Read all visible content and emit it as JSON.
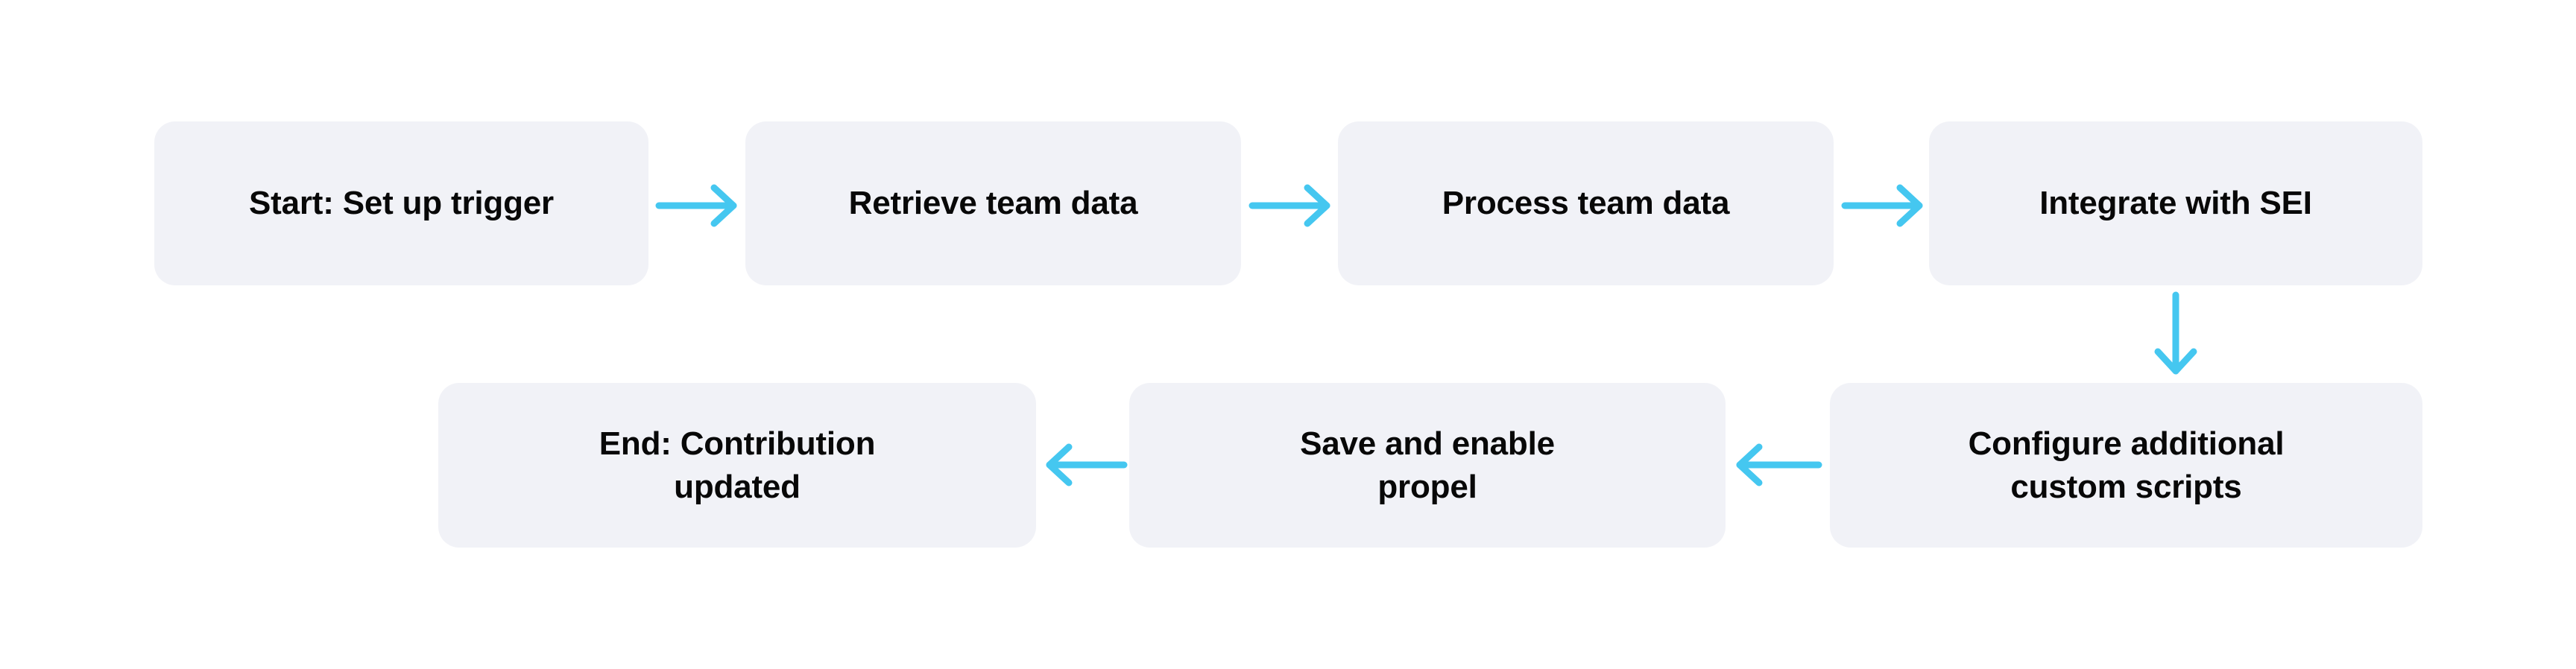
{
  "diagram": {
    "type": "flowchart",
    "orientation": "horizontal-serpentine",
    "background_color": "#ffffff",
    "node_fill_color": "#f1f2f7",
    "node_text_color": "#080808",
    "arrow_color": "#45c7f0",
    "nodes": [
      {
        "id": "start",
        "label": "Start: Set up trigger",
        "row": 1,
        "order": 1
      },
      {
        "id": "retrieve",
        "label": "Retrieve team data",
        "row": 1,
        "order": 2
      },
      {
        "id": "process",
        "label": "Process team data",
        "row": 1,
        "order": 3
      },
      {
        "id": "integrate",
        "label": "Integrate with SEI",
        "row": 1,
        "order": 4
      },
      {
        "id": "configure",
        "label": "Configure additional\ncustom scripts",
        "row": 2,
        "order": 1
      },
      {
        "id": "save",
        "label": "Save and enable\npropel",
        "row": 2,
        "order": 2
      },
      {
        "id": "end",
        "label": "End: Contribution\nupdated",
        "row": 2,
        "order": 3
      }
    ],
    "edges": [
      {
        "from": "start",
        "to": "retrieve",
        "direction": "right"
      },
      {
        "from": "retrieve",
        "to": "process",
        "direction": "right"
      },
      {
        "from": "process",
        "to": "integrate",
        "direction": "right"
      },
      {
        "from": "integrate",
        "to": "configure",
        "direction": "down"
      },
      {
        "from": "configure",
        "to": "save",
        "direction": "left"
      },
      {
        "from": "save",
        "to": "end",
        "direction": "left"
      }
    ]
  }
}
